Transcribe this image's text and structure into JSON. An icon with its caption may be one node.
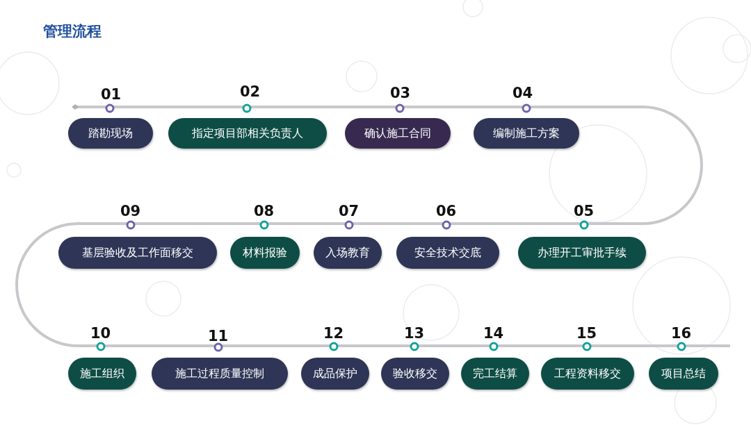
{
  "diagram": {
    "title": "管理流程",
    "nodes": [
      {
        "text": [
          "踏勘现场"
        ],
        "beside": [
          "01"
        ]
      },
      {
        "text": [
          "指定项目部相关负责人"
        ],
        "beside": [
          "02"
        ]
      },
      {
        "text": [
          "确认施工合同"
        ],
        "beside": [
          "03"
        ]
      },
      {
        "text": [
          "编制施工方案"
        ],
        "beside": [
          "04"
        ]
      },
      {
        "text": [
          "基层验收及工作面移交"
        ],
        "beside": [
          "09"
        ]
      },
      {
        "text": [
          "材料报验"
        ],
        "beside": [
          "08"
        ]
      },
      {
        "text": [
          "入场教育"
        ],
        "beside": [
          "07"
        ]
      },
      {
        "text": [
          "安全技术交底"
        ],
        "beside": [
          "06"
        ]
      },
      {
        "text": [
          "办理开工审批手续"
        ],
        "beside": [
          "05"
        ]
      },
      {
        "text": [
          "施工组织"
        ],
        "beside": [
          "10"
        ]
      },
      {
        "text": [
          "施工过程质量控制"
        ],
        "beside": [
          "11"
        ]
      },
      {
        "text": [
          "成品保护"
        ],
        "beside": [
          "12"
        ]
      },
      {
        "text": [
          "验收移交"
        ],
        "beside": [
          "13"
        ]
      },
      {
        "text": [
          "完工结算"
        ],
        "beside": [
          "14"
        ]
      },
      {
        "text": [
          "工程资料移交"
        ],
        "beside": [
          "15"
        ]
      },
      {
        "text": [
          "项目总结"
        ],
        "beside": [
          "16"
        ]
      }
    ]
  }
}
